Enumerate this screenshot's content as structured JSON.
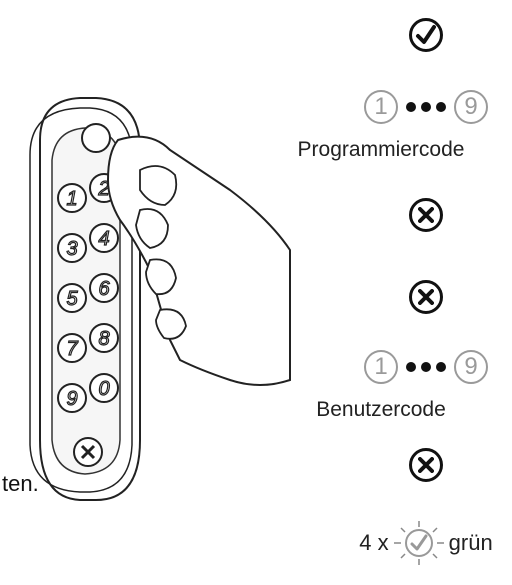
{
  "icons": {
    "confirm": "check-circle-icon",
    "cancel": "x-circle-icon",
    "led": "led-check-icon"
  },
  "sequence": {
    "start_digit": "1",
    "end_digit": "9"
  },
  "labels": {
    "programming_code": "Programmiercode",
    "user_code": "Benutzercode",
    "led_count": "4 x",
    "led_color": "grün",
    "partial_text": "ten."
  },
  "keypad": {
    "keys": [
      "1",
      "2",
      "3",
      "4",
      "5",
      "6",
      "7",
      "8",
      "9",
      "0"
    ]
  },
  "colors": {
    "ink": "#111111",
    "digit_gray": "#9a9a9a"
  }
}
